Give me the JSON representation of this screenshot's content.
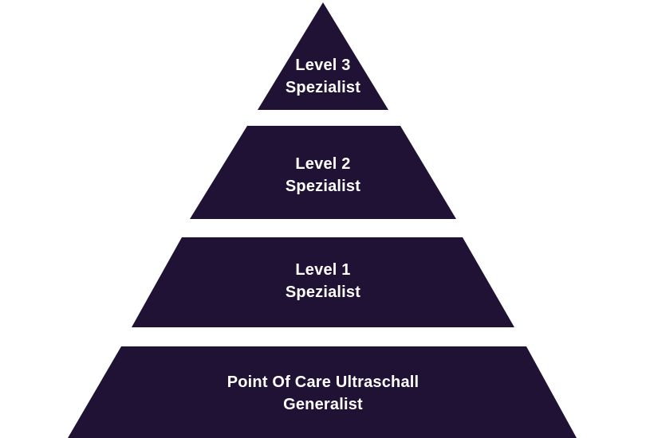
{
  "diagram": {
    "type": "pyramid",
    "levels": [
      {
        "rank": 3,
        "line1": "Level 3",
        "line2": "Spezialist"
      },
      {
        "rank": 2,
        "line1": "Level 2",
        "line2": "Spezialist"
      },
      {
        "rank": 1,
        "line1": "Level 1",
        "line2": "Spezialist"
      },
      {
        "rank": 0,
        "line1": "Point Of Care Ultraschall",
        "line2": "Generalist"
      }
    ]
  },
  "colors": {
    "pyramid_fill": "#1f1235",
    "label_text": "#ffffff",
    "background": "#ffffff"
  }
}
